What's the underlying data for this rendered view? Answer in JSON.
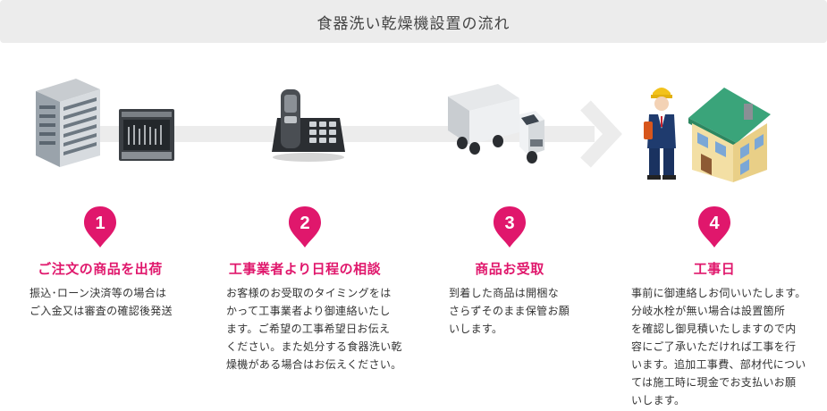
{
  "header": {
    "title": "食器洗い乾燥機設置の流れ"
  },
  "colors": {
    "accent": "#e0176c",
    "title_bar_bg": "#ececec",
    "arrow": "#ececec"
  },
  "steps": [
    {
      "number": "1",
      "title": "ご注文の商品を出荷",
      "desc_lines": [
        "振込･ローン決済等の場合は",
        "ご入金又は審査の確認後発送"
      ],
      "icon": "building-dishwasher-icon"
    },
    {
      "number": "2",
      "title": "工事業者より日程の相談",
      "desc_lines": [
        "お客様のお受取のタイミングをは",
        "かって工事業者より御連絡いたし",
        "ます。ご希望の工事希望日お伝え",
        "ください。また処分する食器洗い乾",
        "燥機がある場合はお伝えください。"
      ],
      "icon": "telephone-icon"
    },
    {
      "number": "3",
      "title": "商品お受取",
      "desc_lines": [
        "到着した商品は開梱な",
        "さらずそのまま保管お願",
        "いします。"
      ],
      "icon": "truck-icon"
    },
    {
      "number": "4",
      "title": "工事日",
      "desc_lines": [
        "事前に御連絡しお伺いいたします。",
        "分岐水栓が無い場合は設置箇所",
        "を確認し御見積いたしますので内",
        "容にご了承いただければ工事を行",
        "います。追加工事費、部材代につい",
        "ては施工時に現金でお支払いお願",
        "いします。"
      ],
      "icon": "worker-house-icon"
    }
  ]
}
